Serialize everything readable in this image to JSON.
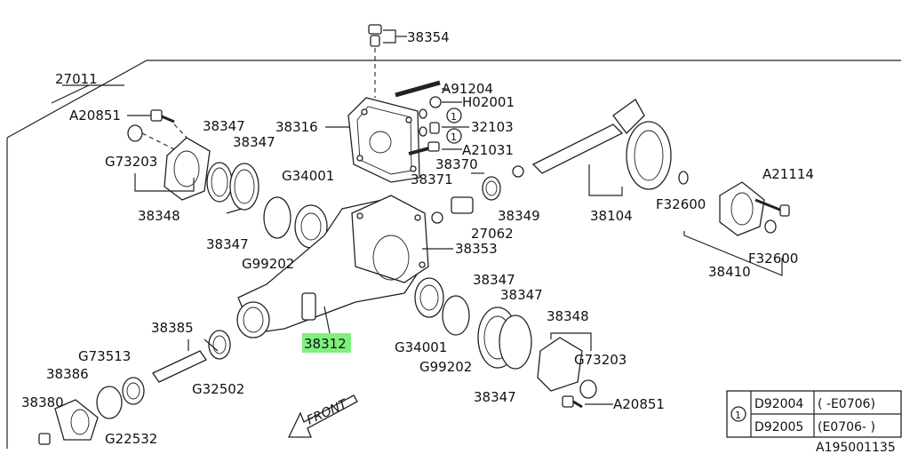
{
  "labels": {
    "l38354": "38354",
    "l27011": "27011",
    "lA91204": "A91204",
    "lH02001": "H02001",
    "lA20851a": "A20851",
    "l38316": "38316",
    "l32103": "32103",
    "lA21031": "A21031",
    "l38347a": "38347",
    "l38347b": "38347",
    "lG73203a": "G73203",
    "lG34001a": "G34001",
    "l38370": "38370",
    "l38371": "38371",
    "l38348a": "38348",
    "l38349": "38349",
    "l38104": "38104",
    "lA21114": "A21114",
    "lF32600a": "F32600",
    "l27062": "27062",
    "l38353": "38353",
    "l38347c": "38347",
    "lG99202a": "G99202",
    "lF32600b": "F32600",
    "l38410": "38410",
    "l38347d": "38347",
    "l38347e": "38347",
    "l38348b": "38348",
    "l38385": "38385",
    "l38312": "38312",
    "lG73513": "G73513",
    "lG34001b": "G34001",
    "lG73203b": "G73203",
    "l38386": "38386",
    "lG99202b": "G99202",
    "lG32502": "G32502",
    "l38347f": "38347",
    "lA20851b": "A20851",
    "l38380": "38380",
    "lG22532": "G22532",
    "front": "FRONT",
    "refnum": "1",
    "diagram_id": "A195001135"
  },
  "highlight": {
    "part": "38312",
    "color": "#7ef07e"
  },
  "callouts": [
    "1",
    "1"
  ],
  "legend": {
    "marker": "1",
    "rows": [
      {
        "code": "D92004",
        "range": "( -E0706)"
      },
      {
        "code": "D92005",
        "range": "(E0706- )"
      }
    ]
  }
}
